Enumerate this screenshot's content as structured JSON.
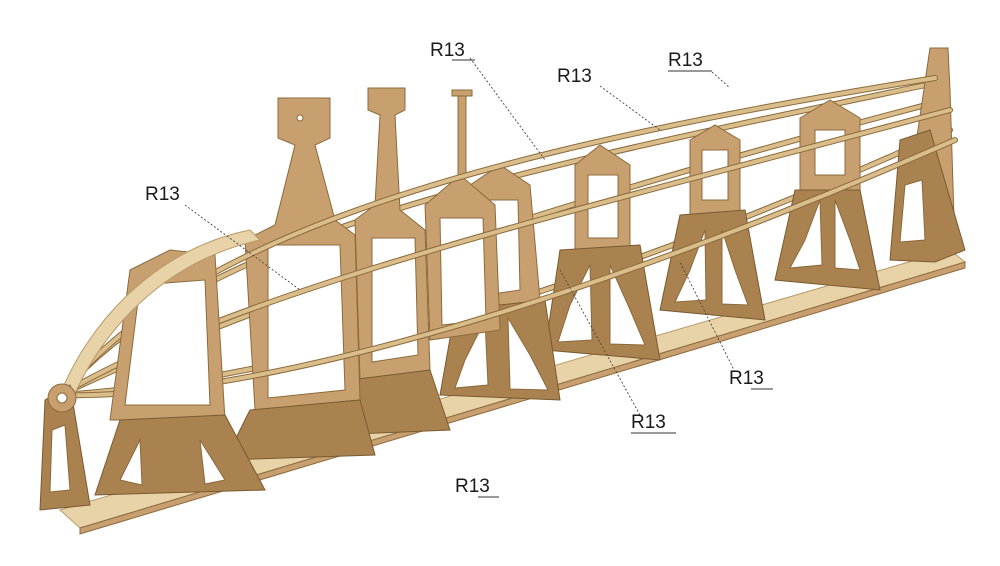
{
  "labels": [
    {
      "id": "r13-top-center",
      "text": "R13"
    },
    {
      "id": "r13-upper-mid",
      "text": "R13"
    },
    {
      "id": "r13-top-right",
      "text": "R13"
    },
    {
      "id": "r13-left",
      "text": "R13"
    },
    {
      "id": "r13-right-lower",
      "text": "R13"
    },
    {
      "id": "r13-center-lower",
      "text": "R13"
    },
    {
      "id": "r13-bottom",
      "text": "R13"
    }
  ],
  "colors": {
    "plywood": "#c8a070",
    "plywood_dark": "#a9824f",
    "plywood_light": "#e8d2a8",
    "stringer": "#d9bd8a",
    "background": "#ffffff"
  }
}
